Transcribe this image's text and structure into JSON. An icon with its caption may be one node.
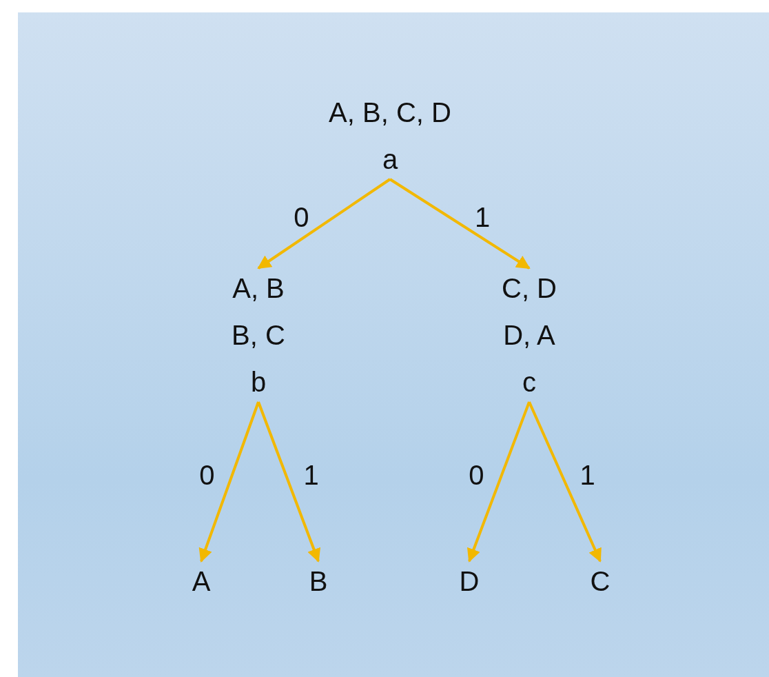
{
  "diagram": {
    "nodes": [
      {
        "text": [
          "A, B, C, D",
          "a"
        ]
      },
      {
        "text": [
          "A, B",
          "B, C",
          "b"
        ]
      },
      {
        "text": [
          "C, D",
          "D, A",
          "c"
        ]
      },
      {
        "text": [
          "A"
        ]
      },
      {
        "text": [
          "B"
        ]
      },
      {
        "text": [
          "D"
        ]
      },
      {
        "text": [
          "C"
        ]
      }
    ],
    "edges": [
      {
        "from": 0,
        "to": 1,
        "arrow": "to",
        "label": "0"
      },
      {
        "from": 0,
        "to": 2,
        "arrow": "to",
        "label": "1"
      },
      {
        "from": 1,
        "to": 3,
        "arrow": "to",
        "label": "0"
      },
      {
        "from": 1,
        "to": 4,
        "arrow": "to",
        "label": "1"
      },
      {
        "from": 2,
        "to": 5,
        "arrow": "to",
        "label": "0"
      },
      {
        "from": 2,
        "to": 6,
        "arrow": "to",
        "label": "1"
      }
    ]
  }
}
